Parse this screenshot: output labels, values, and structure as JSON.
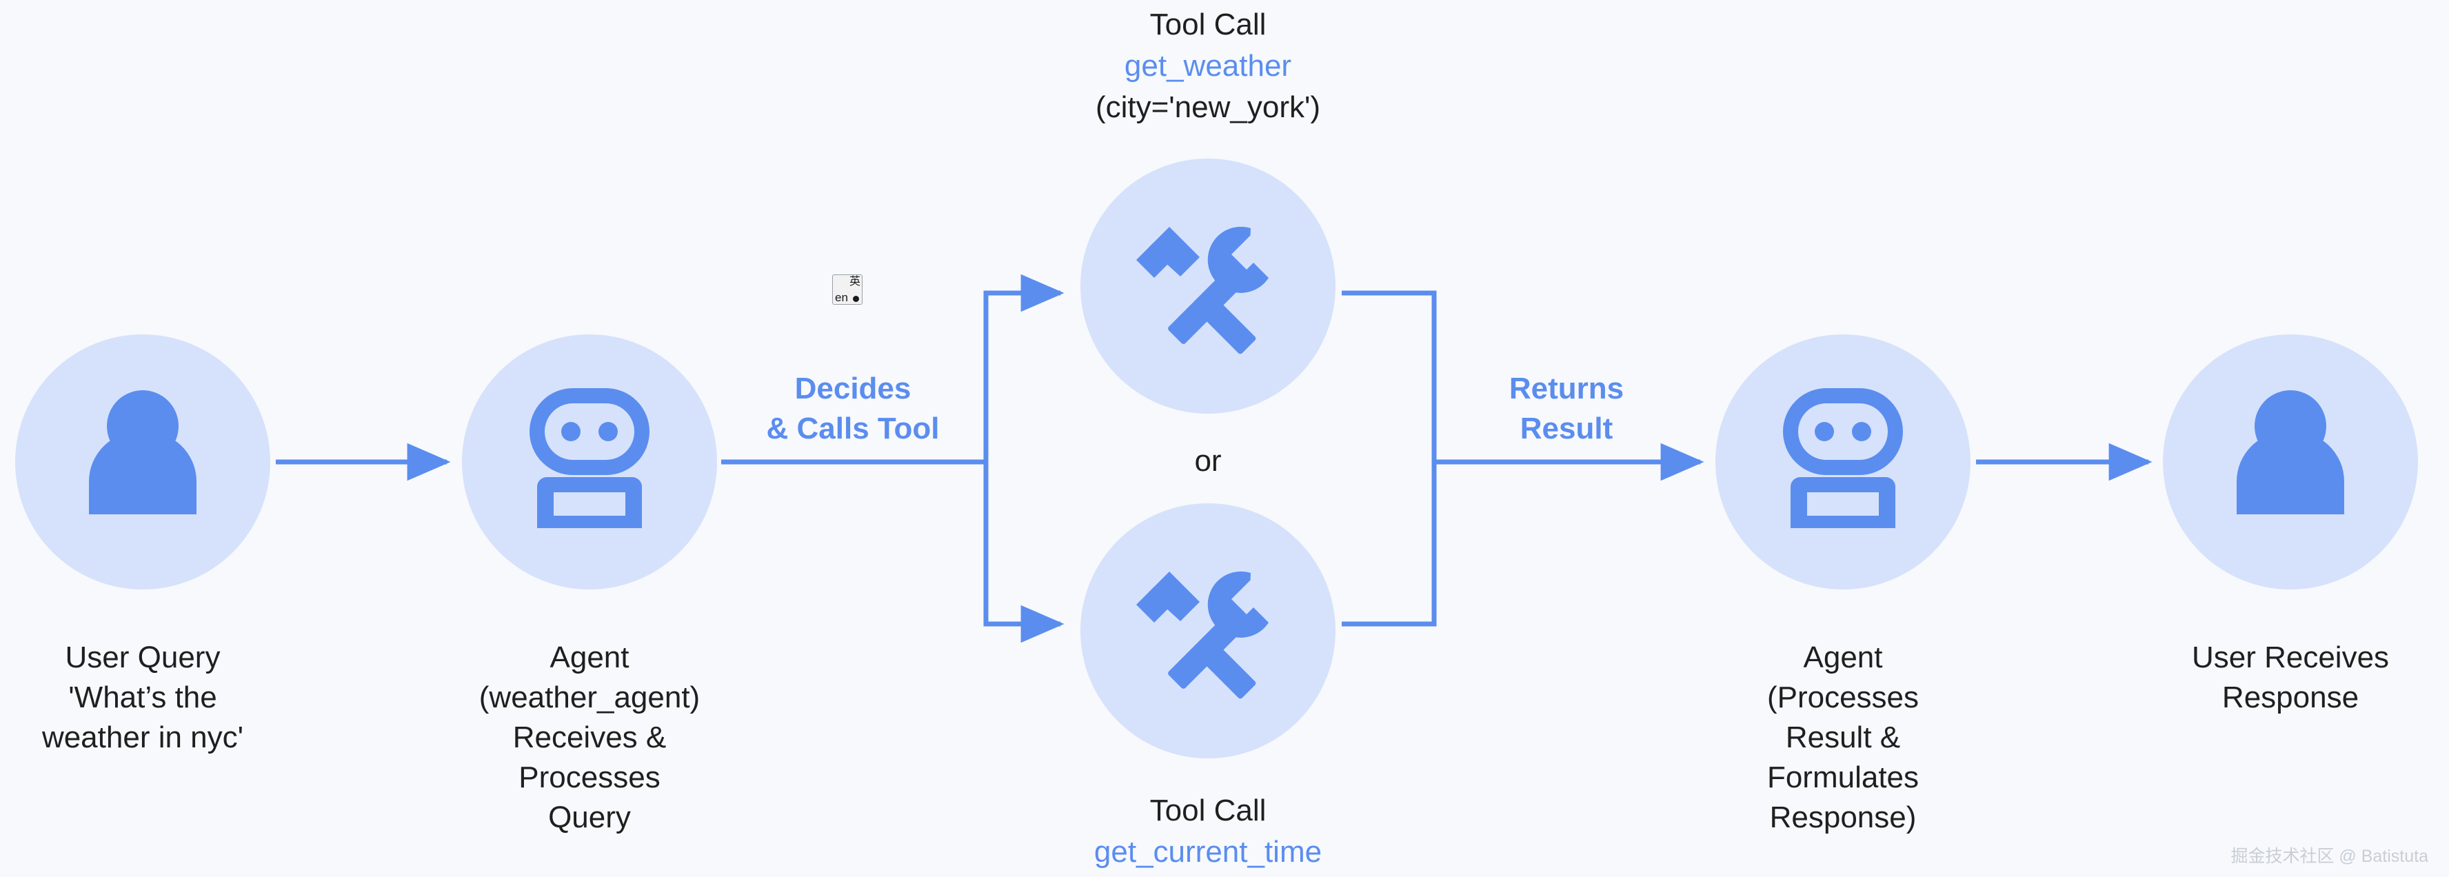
{
  "canvas": {
    "background_color": "#f7f9fc",
    "accent_color": "#5b8def",
    "node_fill_color": "#d6e2fb",
    "icon_color": "#5b8def",
    "text_color": "#1f1f1f"
  },
  "nodes": {
    "user_query": {
      "icon": "person-icon",
      "label_lines": [
        "User Query",
        "'What’s the",
        "weather in nyc'"
      ]
    },
    "agent_in": {
      "icon": "robot-icon",
      "label_lines": [
        "Agent",
        "(weather_agent)",
        "Receives &",
        "Processes",
        "Query"
      ]
    },
    "tool_top": {
      "icon": "tools-icon",
      "label_above": [
        "Tool Call",
        "get_weather",
        "(city='new_york')"
      ],
      "title": "Tool Call",
      "function_name": "get_weather",
      "arguments": "(city='new_york')"
    },
    "tool_bottom": {
      "icon": "tools-icon",
      "title": "Tool Call",
      "function_name": "get_current_time"
    },
    "agent_out": {
      "icon": "robot-icon",
      "label_lines": [
        "Agent",
        "(Processes",
        "Result &",
        "Formulates",
        "Response)"
      ]
    },
    "user_response": {
      "icon": "person-icon",
      "label_lines": [
        "User Receives",
        "Response"
      ]
    }
  },
  "edges": {
    "decides": {
      "lines": [
        "Decides",
        "& Calls Tool"
      ]
    },
    "returns": {
      "lines": [
        "Returns",
        "Result"
      ]
    },
    "branch_separator": "or"
  },
  "overlay": {
    "ime_badge": {
      "latin": "en",
      "cjk": "英"
    },
    "watermark": "掘金技术社区 @ Batistuta"
  }
}
